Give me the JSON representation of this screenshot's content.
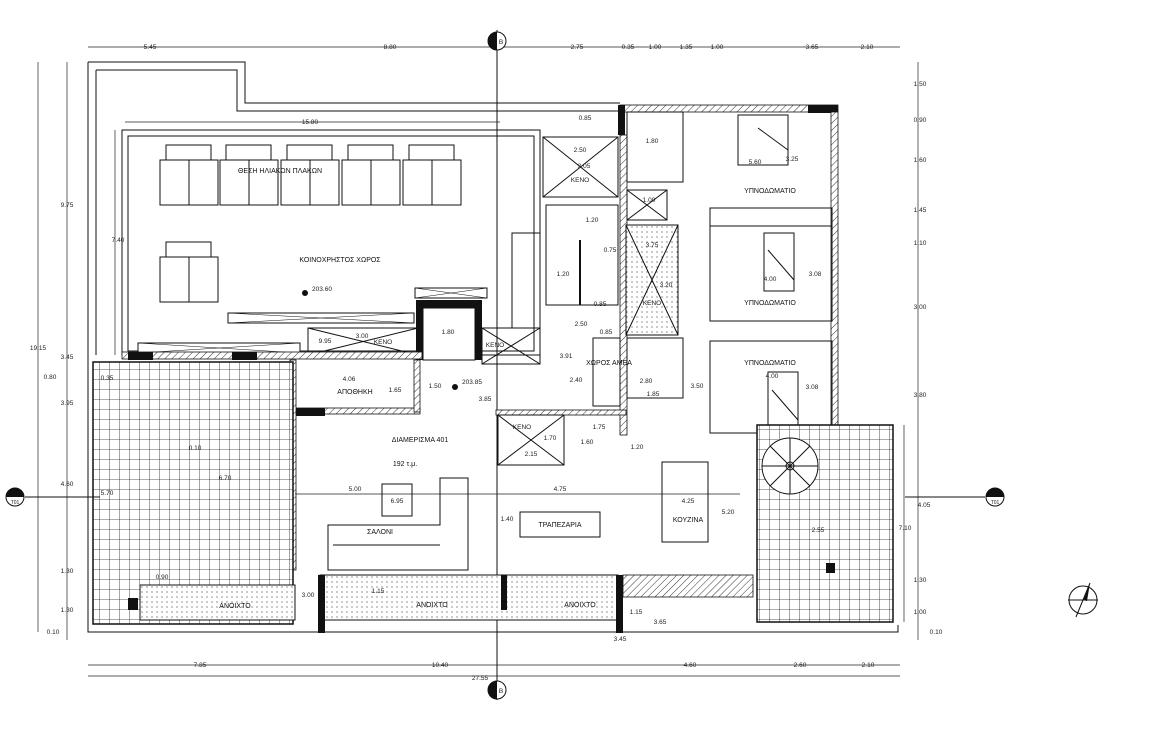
{
  "title_labels": {
    "solar_panels": "ΘΕΣΗ ΗΛΙΑΚΩΝ ΠΛΑΚΩΝ",
    "common_area": "ΚΟΙΝΟΧΡΗΣΤΟΣ ΧΩΡΟΣ",
    "storage": "ΑΠΟΘΗΚΗ",
    "apartment": "ΔΙΑΜΕΡΙΣΜΑ 401",
    "apartment_area": "192 τ.μ.",
    "living_room": "ΣΑΛΟΝΙ",
    "dining_room": "ΤΡΑΠΕΖΑΡΙΑ",
    "kitchen": "ΚΟΥΖΙΝΑ",
    "bedroom_1": "ΥΠΝΟΔΩΜΑΤΙΟ",
    "bedroom_2": "ΥΠΝΟΔΩΜΑΤΙΟ",
    "bedroom_3": "ΥΠΝΟΔΩΜΑΤΙΟ",
    "disabled_wc": "ΧΩΡΟΣ ΑΜΕΑ",
    "void": "ΚΕΝΟ",
    "open_1": "ΑΝΟΙΧΤΟ",
    "open_2": "ΑΝΟΙΧΤΟ",
    "open_3": "ΑΝΟΙΧΤΟ"
  },
  "levels": {
    "roof": "203.60",
    "floor": "203.85"
  },
  "markers": {
    "section_top": "B",
    "section_bottom": "B",
    "elev_left": "T01",
    "elev_right": "T01"
  },
  "dims_top": [
    "5.45",
    "8.80",
    "2.75",
    "0.35",
    "1.00",
    "1.35",
    "1.00",
    "3.65",
    "2.10"
  ],
  "dims_bottom": [
    "7.85",
    "10.40",
    "4.60",
    "2.60",
    "2.10",
    "27.55"
  ],
  "dims_left": [
    "19.15",
    "9.75",
    "3.45",
    "0.80",
    "3.95",
    "4.60",
    "1.30",
    "1.30",
    "0.10",
    "7.40",
    "0.35",
    "5.70"
  ],
  "dims_right": [
    "1.50",
    "0.90",
    "1.60",
    "1.45",
    "1.10",
    "3.00",
    "3.80",
    "4.05",
    "1.30",
    "1.00",
    "0.10",
    "7.10"
  ],
  "dims_inner": [
    "15.80",
    "0.85",
    "2.50",
    "3.05",
    "1.20",
    "0.75",
    "1.20",
    "0.85",
    "2.50",
    "0.85",
    "3.91",
    "2.40",
    "1.80",
    "2.80",
    "1.85",
    "3.50",
    "5.60",
    "3.25",
    "4.00",
    "3.08",
    "4.00",
    "3.08",
    "1.15",
    "1.00",
    "3.75",
    "3.20",
    "9.95",
    "3.00",
    "1.80",
    "4.06",
    "1.65",
    "1.50",
    "3.85",
    "1.70",
    "2.15",
    "1.75",
    "1.60",
    "1.20",
    "5.00",
    "6.95",
    "4.75",
    "4.25",
    "3.65",
    "5.20",
    "1.40",
    "1.15",
    "0.10",
    "6.70",
    "3.45",
    "2.55",
    "3.00",
    "0.90"
  ]
}
